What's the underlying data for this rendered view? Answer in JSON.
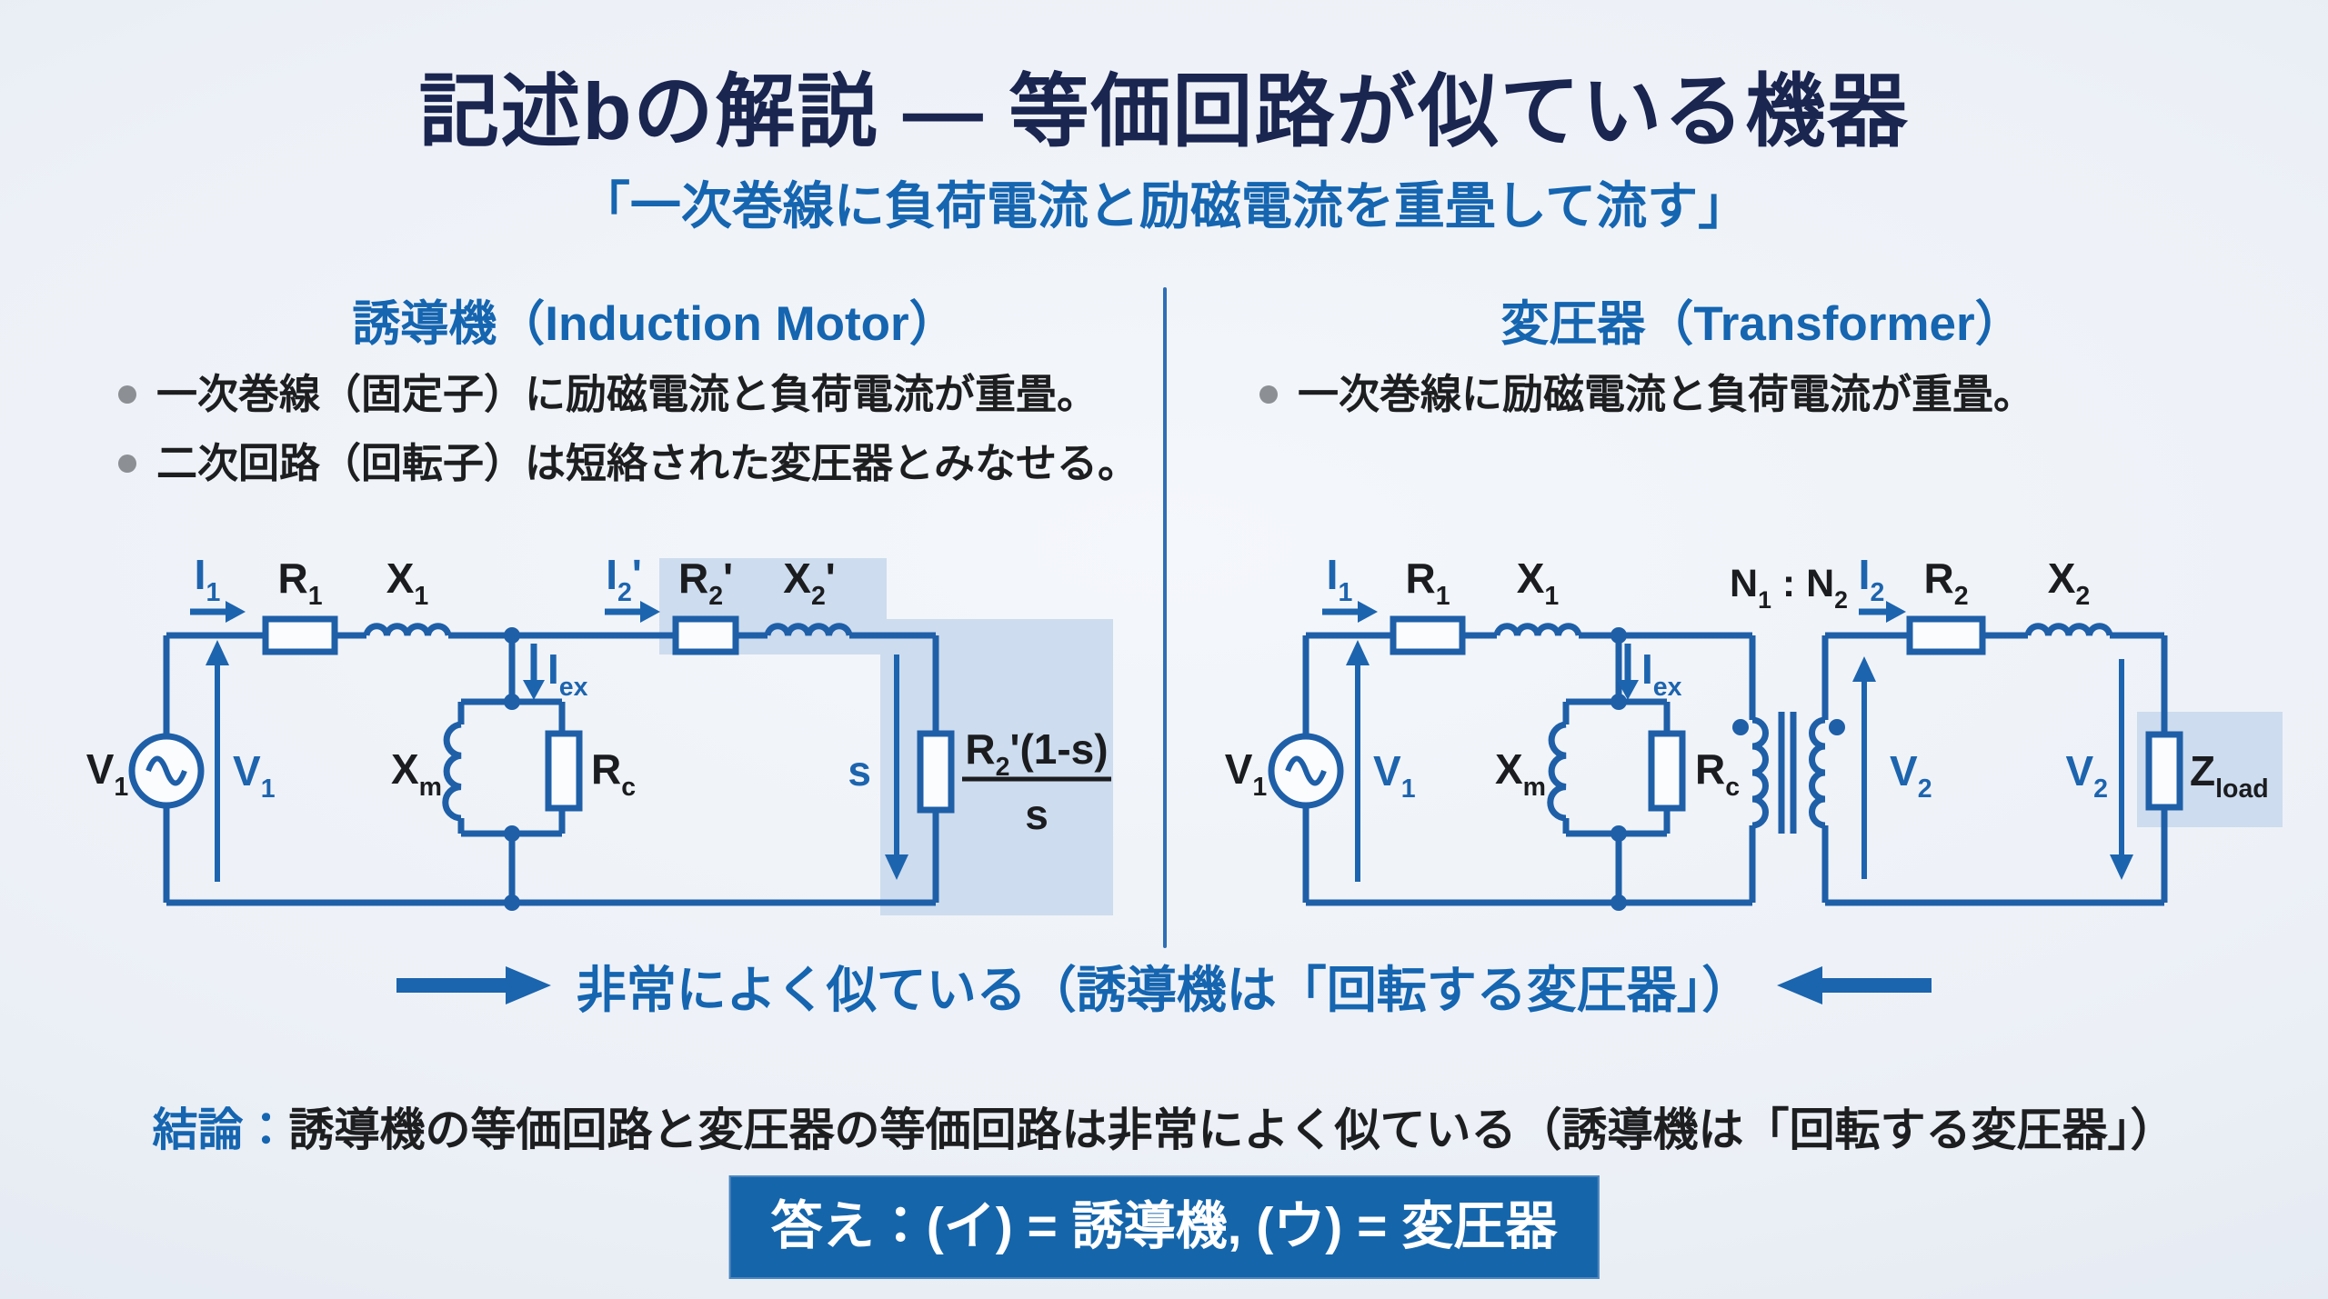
{
  "title": "記述bの解説 — 等価回路が似ている機器",
  "subtitle": "「一次巻線に負荷電流と励磁電流を重畳して流す」",
  "colors": {
    "title_navy": "#1a2550",
    "accent_blue": "#1565b0",
    "circuit_blue": "#1e5fa8",
    "annotation_blue": "#1d64ae",
    "highlight_fill": "#cddcee",
    "answer_bg": "#1565ab",
    "answer_text": "#ffffff",
    "body_text": "#1d1e20",
    "bullet_dot": "#8c8f94"
  },
  "left_panel": {
    "heading": "誘導機（Induction Motor）",
    "bullets": [
      "一次巻線（固定子）に励磁電流と負荷電流が重畳。",
      "二次回路（回転子）は短絡された変圧器とみなせる。"
    ]
  },
  "right_panel": {
    "heading": "変圧器（Transformer）",
    "bullets": [
      "一次巻線に励磁電流と負荷電流が重畳。"
    ]
  },
  "banner": {
    "text": "非常によく似ている（誘導機は「回転する変圧器」）"
  },
  "conclusion": {
    "label": "結論：",
    "text": "誘導機の等価回路と変圧器の等価回路は非常によく似ている（誘導機は「回転する変圧器」）"
  },
  "answer": {
    "text": "答え：(イ) = 誘導機, (ウ) = 変圧器"
  },
  "induction_circuit": {
    "source": [
      {
        "t": "V"
      },
      {
        "t": "1",
        "sub": true
      }
    ],
    "i1": [
      {
        "t": "I"
      },
      {
        "t": "1",
        "sub": true
      }
    ],
    "r1": [
      {
        "t": "R"
      },
      {
        "t": "1",
        "sub": true
      }
    ],
    "x1": [
      {
        "t": "X"
      },
      {
        "t": "1",
        "sub": true
      }
    ],
    "i2p": [
      {
        "t": "I"
      },
      {
        "t": "2",
        "sub": true
      },
      {
        "t": "'"
      }
    ],
    "r2p": [
      {
        "t": "R"
      },
      {
        "t": "2",
        "sub": true
      },
      {
        "t": "'"
      }
    ],
    "x2p": [
      {
        "t": "X"
      },
      {
        "t": "2",
        "sub": true
      },
      {
        "t": "'"
      }
    ],
    "iex": [
      {
        "t": "I"
      },
      {
        "t": "ex",
        "sub": true
      }
    ],
    "xm": [
      {
        "t": "X"
      },
      {
        "t": "m",
        "sub": true
      }
    ],
    "rc": [
      {
        "t": "R"
      },
      {
        "t": "c",
        "sub": true
      }
    ],
    "v1_arrow": [
      {
        "t": "V"
      },
      {
        "t": "1",
        "sub": true
      }
    ],
    "s_label": [
      {
        "t": "s"
      }
    ],
    "frac_num": [
      {
        "t": "R"
      },
      {
        "t": "2",
        "sub": true
      },
      {
        "t": "'(1-s)"
      }
    ],
    "frac_den": [
      {
        "t": "s"
      }
    ]
  },
  "transformer_circuit": {
    "source": [
      {
        "t": "V"
      },
      {
        "t": "1",
        "sub": true
      }
    ],
    "i1": [
      {
        "t": "I"
      },
      {
        "t": "1",
        "sub": true
      }
    ],
    "r1": [
      {
        "t": "R"
      },
      {
        "t": "1",
        "sub": true
      }
    ],
    "x1": [
      {
        "t": "X"
      },
      {
        "t": "1",
        "sub": true
      }
    ],
    "iex": [
      {
        "t": "I"
      },
      {
        "t": "ex",
        "sub": true
      }
    ],
    "xm": [
      {
        "t": "X"
      },
      {
        "t": "m",
        "sub": true
      }
    ],
    "rc": [
      {
        "t": "R"
      },
      {
        "t": "c",
        "sub": true
      }
    ],
    "turns": [
      {
        "t": "N"
      },
      {
        "t": "1",
        "sub": true
      },
      {
        "t": " : N"
      },
      {
        "t": "2",
        "sub": true
      }
    ],
    "i2": [
      {
        "t": "I"
      },
      {
        "t": "2",
        "sub": true
      }
    ],
    "r2": [
      {
        "t": "R"
      },
      {
        "t": "2",
        "sub": true
      }
    ],
    "x2": [
      {
        "t": "X"
      },
      {
        "t": "2",
        "sub": true
      }
    ],
    "v1_arrow": [
      {
        "t": "V"
      },
      {
        "t": "1",
        "sub": true
      }
    ],
    "v2_secondary": [
      {
        "t": "V"
      },
      {
        "t": "2",
        "sub": true
      }
    ],
    "v2_load": [
      {
        "t": "V"
      },
      {
        "t": "2",
        "sub": true
      }
    ],
    "zload": [
      {
        "t": "Z"
      },
      {
        "t": "load",
        "sub": true
      }
    ]
  }
}
